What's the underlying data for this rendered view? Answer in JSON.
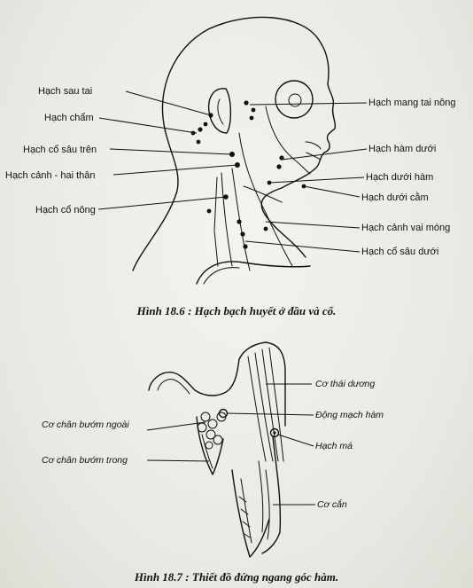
{
  "figure1": {
    "labels": {
      "hach_sau_tai": "Hạch sau tai",
      "hach_cham": "Hạch chẩm",
      "hach_co_sau_tren": "Hạch cổ sâu trên",
      "hach_canh_hai_than": "Hạch cảnh - hai thân",
      "hach_co_nong": "Hạch cổ nông",
      "hach_mang_tai_nong": "Hạch mang tai nông",
      "hach_ham_duoi_1": "Hạch hàm dưới",
      "hach_duoi_ham": "Hạch dưới hàm",
      "hach_duoi_cam": "Hạch dưới cằm",
      "hach_canh_vai_mong": "Hạch cảnh vai móng",
      "hach_co_sau_duoi": "Hạch cổ sâu dưới"
    },
    "caption": {
      "number": "Hình 18.6",
      "text": ": Hạch bạch huyết ở đầu và cổ."
    }
  },
  "figure2": {
    "labels": {
      "co_thai_duong": "Cơ thái dương",
      "dong_mach_ham": "Động mạch hàm",
      "co_chan_buom_ngoai": "Cơ chân bướm ngoài",
      "hach_ma": "Hạch má",
      "co_chan_buom_trong": "Cơ chân bướm trong",
      "co_can": "Cơ cắn"
    },
    "caption": {
      "number": "Hình 18.7",
      "text": ": Thiết đồ đứng ngang góc hàm."
    }
  }
}
